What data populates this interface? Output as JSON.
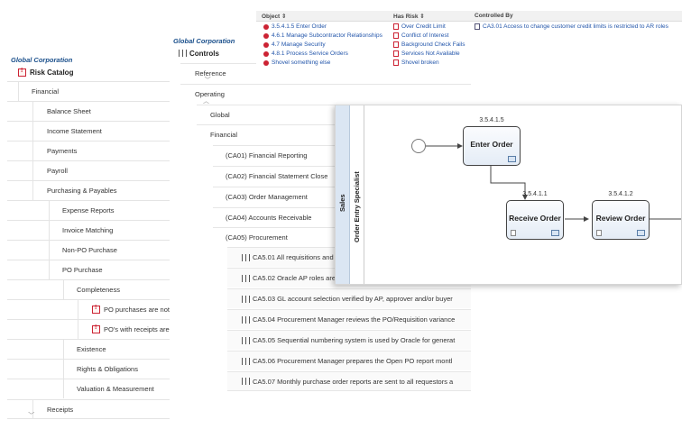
{
  "org_label": "Global Corporation",
  "risk_panel": {
    "title": "Risk Catalog",
    "items": [
      {
        "label": "Financial"
      },
      {
        "label": "Balance Sheet"
      },
      {
        "label": "Income Statement"
      },
      {
        "label": "Payments"
      },
      {
        "label": "Payroll"
      },
      {
        "label": "Purchasing & Payables"
      },
      {
        "label": "Expense Reports"
      },
      {
        "label": "Invoice Matching"
      },
      {
        "label": "Non-PO Purchase"
      },
      {
        "label": "PO Purchase"
      },
      {
        "label": "Completeness"
      },
      {
        "label": "PO purchases are not"
      },
      {
        "label": "PO's with receipts are"
      },
      {
        "label": "Existence"
      },
      {
        "label": "Rights & Obligations"
      },
      {
        "label": "Valuation & Measurement"
      },
      {
        "label": "Receipts"
      }
    ]
  },
  "controls_panel": {
    "title": "Controls",
    "items": [
      {
        "label": "Reference"
      },
      {
        "label": "Operating"
      },
      {
        "label": "Global"
      },
      {
        "label": "Financial"
      },
      {
        "label": "(CA01) Financial Reporting"
      },
      {
        "label": "(CA02) Financial Statement Close"
      },
      {
        "label": "(CA03) Order Management"
      },
      {
        "label": "(CA04) Accounts Receivable"
      },
      {
        "label": "(CA05) Procurement"
      },
      {
        "label": "CA5.01 All requisitions and"
      },
      {
        "label": "CA5.02 Oracle AP roles are"
      },
      {
        "label": "CA5.03 GL account selection verified by AP, approver and/or buyer"
      },
      {
        "label": "CA5.04 Procurement Manager reviews the PO/Requisition variance"
      },
      {
        "label": "CA5.05 Sequential numbering system is used by Oracle for generat"
      },
      {
        "label": "CA5.06 Procurement Manager prepares the Open PO report montl"
      },
      {
        "label": "CA5.07 Monthly purchase order reports are sent to all requestors a"
      }
    ]
  },
  "table": {
    "headers": {
      "object": "Object ⇕",
      "has_risk": "Has Risk ⇕",
      "controlled_by": "Controlled By"
    },
    "rows": [
      {
        "object": "3.5.4.1.5 Enter Order",
        "risk": "Over Credit Limit",
        "control": "CA3.01 Access to change customer credit limits is restricted to AR roles"
      },
      {
        "object": "4.6.1 Manage Subcontractor Relationships",
        "risk": "Conflict of Interest",
        "control": ""
      },
      {
        "object": "4.7 Manage Security",
        "risk": "Background Check Fails",
        "control": ""
      },
      {
        "object": "4.8.1 Process Service Orders",
        "risk": "Services Not Available",
        "control": ""
      },
      {
        "object": "Shovel something else",
        "risk": "Shovel broken",
        "control": ""
      }
    ]
  },
  "diagram": {
    "lane": "Sales",
    "role": "Order Entry Specialist",
    "tasks": [
      {
        "id": "3.5.4.1.5",
        "name": "Enter Order"
      },
      {
        "id": "3.5.4.1.1",
        "name": "Receive Order"
      },
      {
        "id": "3.5.4.1.2",
        "name": "Review Order"
      }
    ]
  },
  "colors": {
    "org": "#1a4f8b",
    "link": "#2255aa",
    "risk": "#cc2233",
    "lane": "#dbe6f3"
  }
}
